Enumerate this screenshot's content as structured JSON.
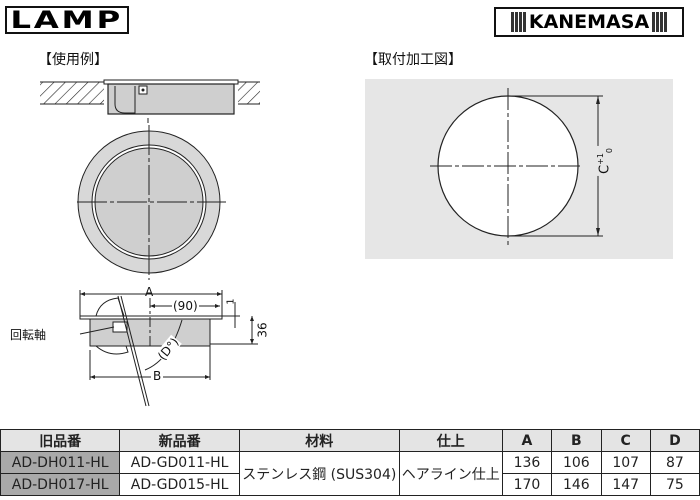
{
  "logos": {
    "left_brand": "LAMP",
    "right_brand": "KANEMASA"
  },
  "sections": {
    "usage_example_title": "【使用例】",
    "mounting_diagram_title": "【取付加工図】"
  },
  "diagram_labels": {
    "dim_A": "A",
    "dim_B": "B",
    "dim_90": "(90)",
    "dim_D": "(D°)",
    "dim_1": "1",
    "dim_36": "36",
    "pivot_label": "回転軸",
    "dim_C": "C",
    "tol_plus": "+1",
    "tol_zero": "0"
  },
  "table": {
    "headers": [
      "旧品番",
      "新品番",
      "材料",
      "仕上",
      "A",
      "B",
      "C",
      "D"
    ],
    "material": "ステンレス鋼 (SUS304)",
    "finish": "ヘアライン仕上",
    "rows": [
      {
        "old": "AD-DH011-HL",
        "new": "AD-GD011-HL",
        "A": "136",
        "B": "106",
        "C": "107",
        "D": "87"
      },
      {
        "old": "AD-DH017-HL",
        "new": "AD-GD015-HL",
        "A": "170",
        "B": "146",
        "C": "147",
        "D": "75"
      }
    ]
  },
  "colors": {
    "panel_gray": "#e6e6e6",
    "part_gray": "#cfcfcf",
    "old_cell_gray": "#a9a9a9",
    "header_gray": "#e4e4e4"
  }
}
